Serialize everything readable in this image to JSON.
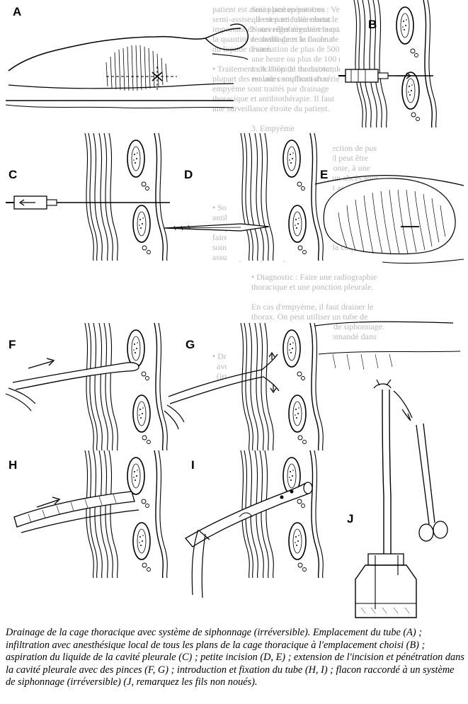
{
  "panels": [
    "A",
    "B",
    "C",
    "D",
    "E",
    "F",
    "G",
    "H",
    "I",
    "J"
  ],
  "caption": "Drainage de la cage thoracique avec système de siphonnage (irréversible). Emplacement du tube (A) ; infiltration avec anesthésique local de tous les plans de la cage thoracique à l'emplacement choisi (B) ; aspiration du liquide de la cavité pleurale (C) ; petite incision (D, E) ; extension de l'incision et pénétration dans la cavité pleurale avec des pinces (F, G) ; introduction et fixation du tube (H, I) ; flacon raccordé à un système de siphonnage (irréversible) (J, remarquez les fils non noués).",
  "background_text": {
    "left_col": "patient est ainsi placé en position\nsemi-assise. Il est particulièrement\nimportant de surveiller régulièrement\nla quantité de drainage et la couleur\ndu liquide drainé.\n\n• Traitement : A l'hôpital du district, la\nplupart des malades souffrant d'un\nempyème sont traités par drainage\nthoracique et antibiothérapie. Il faut\nune surveillance étroite du patient.\n\n\n\n\n\n\n\n\n\n• Soins postopératoires : Donner une\nantibiothérapie adaptée et surveiller la\ntempérature. Encourager le patient à\nfaire des exercices respiratoires. Les\nsoins postopératoires doivent être\nassurés par le personnel infirmier.\n\n\n\n\n\n\n\n\n\n• Drainage thoracique\n  avec système de siphonnage\n  (irréversible)\n\n\n\n\n\n\n\n\n\n\n\n\n\n\n\n\n\n\n\n\n",
    "right_col": "Soins postopératoires : Veiller à ce\nque rien ne fasse obstacle au drainage.\nNoter régulièrement la quantité de sang\nrecueilli dans le flacon de drainage. Une\névacuation de plus de 500 ml de sang en\nune heure ou plus de 100 ml/heure est une\nindication de thoracotomie. L'hémothorax\nest une complication sérieuse.\n\n\n\n\n3. Empyème\n\nL'empyème est une collection de pus\ndans la cavité pleurale. Il peut être\nsecondaire à une pneumonie, à une\nblessure du thorax ou à un abcès sous-\nphrénique. Il est souvent associé à une\ninfection à staphylocoques, streptocoques,\npneumocoques ou bacilles Gram négatif.\n\nUn empyème chronique peut se former\nsi le pus n'est pas évacué. Le poumon\npeut être comprimé par la coque\nfibreuse qui se forme.\n\n• Diagnostic : Faire une radiographie\nthoracique et une ponction pleurale.\n\nEn cas d'empyème, il faut drainer le\nthorax. On peut utiliser un tube de\ndrainage ou un système de siphonnage.\nLe siphonnage est recommandé dans\nla plupart des cas.\n\n\n\n\n\n\n"
  }
}
